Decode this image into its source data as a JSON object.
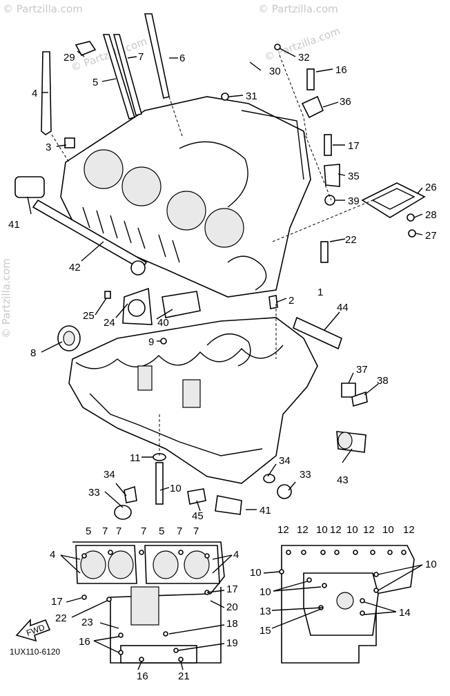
{
  "watermarks": [
    "© Partzilla.com",
    "© Partzilla.com",
    "© Partzilla.com",
    "© Partzilla.com",
    "© Partzilla.com"
  ],
  "diagram_code": "1UX110-6120",
  "fwd_label": "FWD",
  "callouts": {
    "c1": "1",
    "c2": "2",
    "c3": "3",
    "c4": "4",
    "c5": "5",
    "c6": "6",
    "c7": "7",
    "c8": "8",
    "c9": "9",
    "c10": "10",
    "c11": "11",
    "c16": "16",
    "c17": "17",
    "c22": "22",
    "c24": "24",
    "c25": "25",
    "c26": "26",
    "c27": "27",
    "c28": "28",
    "c29": "29",
    "c30": "30",
    "c31": "31",
    "c32": "32",
    "c33": "33",
    "c34": "34",
    "c35": "35",
    "c36": "36",
    "c37": "37",
    "c38": "38",
    "c39": "39",
    "c40": "40",
    "c41": "41",
    "c42": "42",
    "c43": "43",
    "c44": "44",
    "c45": "45"
  },
  "gasket_left": {
    "top_labels": [
      "5",
      "7",
      "7",
      "7",
      "5",
      "7",
      "7"
    ],
    "side_left": "4",
    "side_right": "4",
    "l17": "17",
    "l22": "22",
    "l23": "23",
    "l16a": "16",
    "l16b": "16",
    "r17": "17",
    "r20": "20",
    "r18": "18",
    "r19": "19",
    "b21": "21"
  },
  "gasket_right": {
    "top_labels": [
      "12",
      "12",
      "10",
      "12",
      "10",
      "12",
      "10",
      "12"
    ],
    "l10": "10",
    "l10b": "10",
    "l13": "13",
    "l15": "15",
    "r10": "10",
    "r14": "14"
  }
}
